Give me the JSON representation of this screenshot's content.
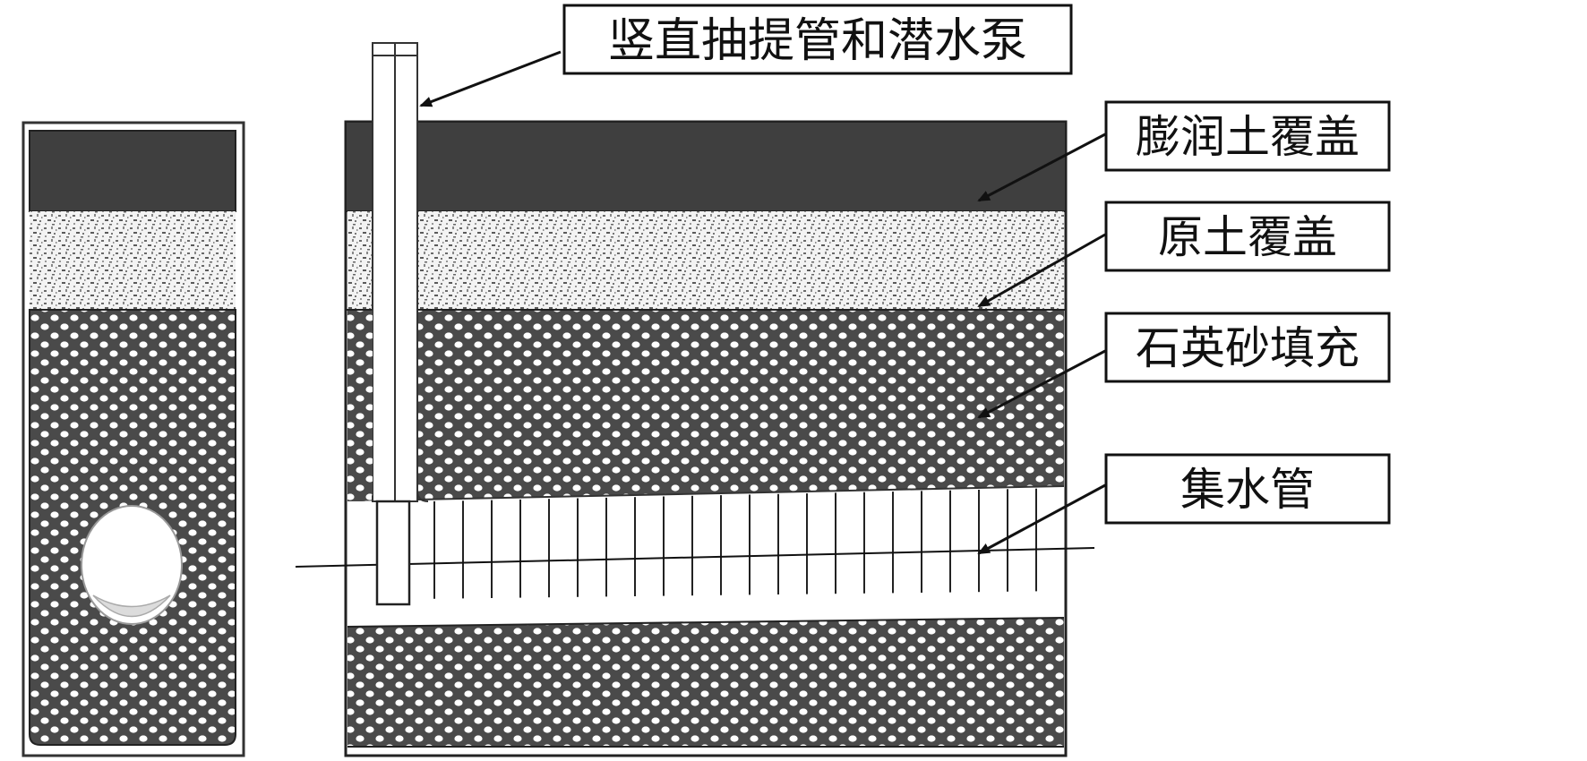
{
  "labels": {
    "pipe_pump": "竖直抽提管和潜水泵",
    "bentonite": "膨润土覆盖",
    "soil": "原土覆盖",
    "quartz": "石英砂填充",
    "collector": "集水管"
  },
  "colors": {
    "bentonite_fill": "#3f3f3f",
    "outline": "#222222",
    "gravel_bg": "#4a4a4a",
    "gravel_dot": "#ffffff",
    "soil_bg": "#f2f2f2",
    "soil_speck": "#555555",
    "line": "#111111"
  }
}
